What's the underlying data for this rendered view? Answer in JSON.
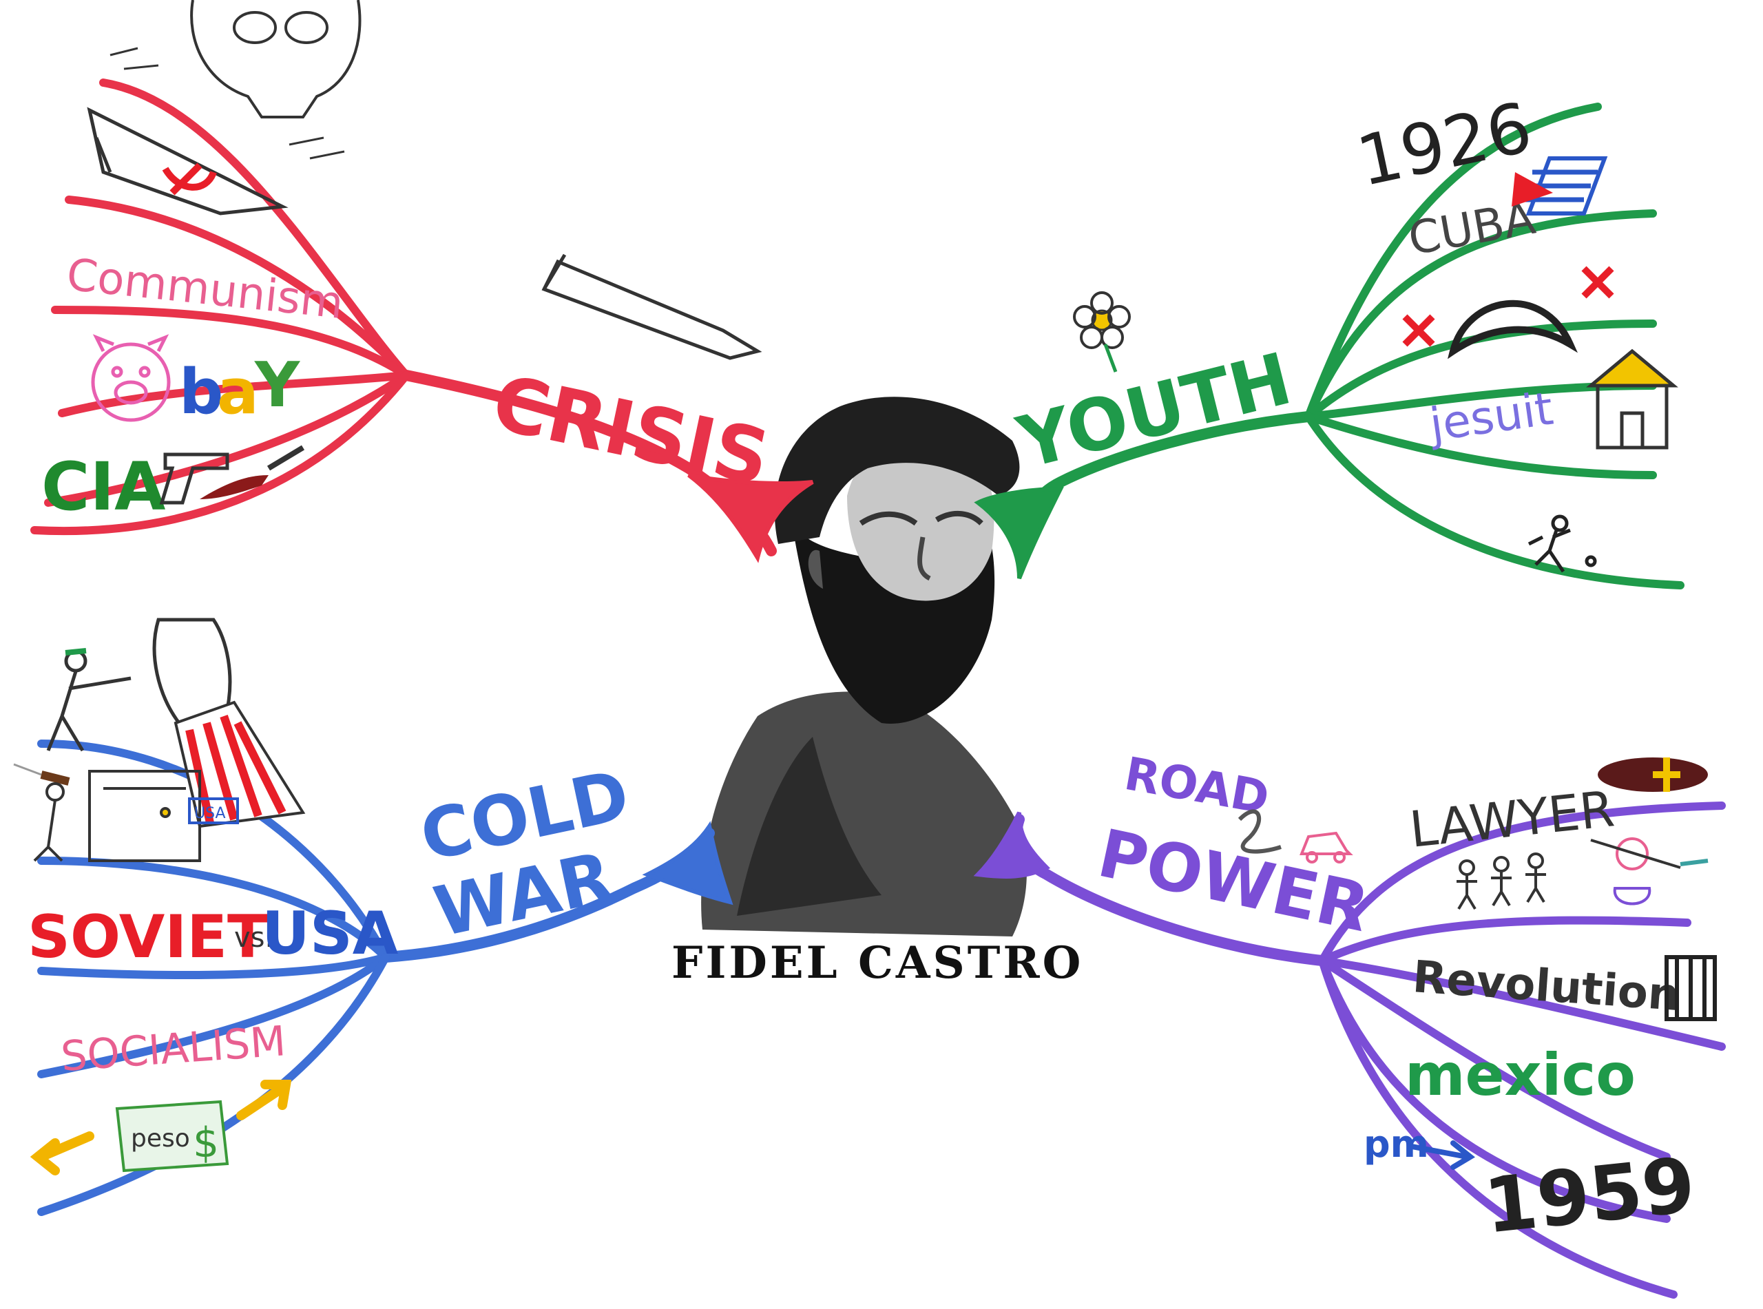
{
  "center": {
    "label": "FIDEL CASTRO"
  },
  "colors": {
    "crisis": "#e8334a",
    "youth": "#1f9a4a",
    "cold_war": "#3d6fd6",
    "power": "#7b4ed6",
    "ink": "#222222"
  },
  "branches": {
    "crisis": {
      "label": "CRISIS",
      "items": {
        "communism": "Communism",
        "ebay": {
          "b": "b",
          "a": "a",
          "y": "Y"
        },
        "cia": "CIA"
      }
    },
    "youth": {
      "label": "YOUTH",
      "items": {
        "year": "1926",
        "cuba": "CUBA",
        "jesuit": "jesuit"
      }
    },
    "cold_war": {
      "label_line1": "COLD",
      "label_line2": "WAR",
      "items": {
        "soviet": "SOVIET",
        "vs": "vs.",
        "usa": "USA",
        "usa_sign": "USA",
        "socialism": "SOCIALISM",
        "peso": "peso",
        "dollar": "$"
      }
    },
    "power": {
      "label_line1": "ROAD",
      "label_line2": "POWER",
      "items": {
        "lawyer": "LAWYER",
        "revolution": "Revolution",
        "mexico": "mexico",
        "pm": "pm",
        "year": "1959"
      }
    }
  },
  "icons": [
    "skull-icon",
    "missile-icon",
    "hammer-sickle-icon",
    "pig-icon",
    "gun-icon",
    "knife-icon",
    "flower-icon",
    "flag-icon",
    "jesuit-hat-icon",
    "house-icon",
    "running-figure-icon",
    "soldier-icon",
    "raised-fist-icon",
    "cigar-figure-icon",
    "arrow-left-icon",
    "arrow-right-icon",
    "car-icon",
    "squiggle-icon",
    "diploma-icon",
    "stick-figures-icon",
    "jail-icon",
    "portrait-icon"
  ]
}
